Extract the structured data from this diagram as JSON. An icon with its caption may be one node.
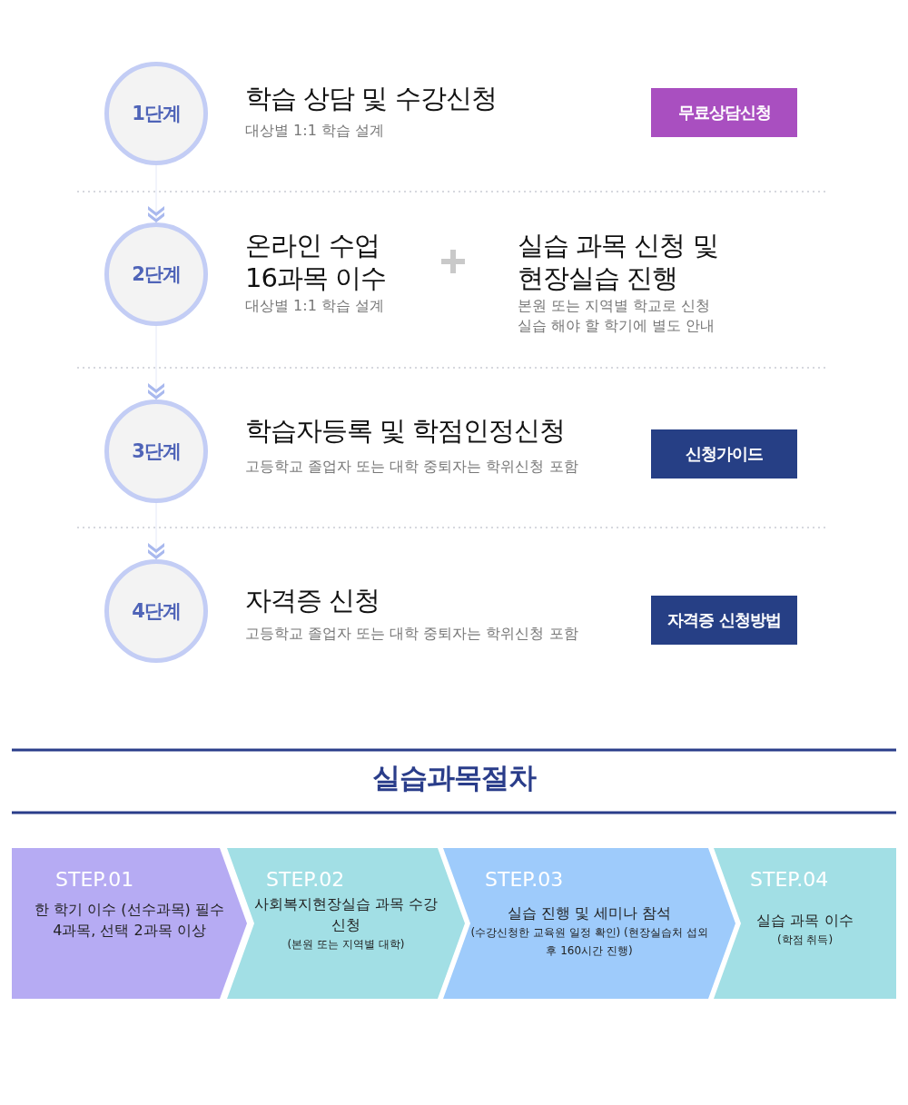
{
  "diagram": {
    "title": "실습과목절차",
    "nodes": [
      {
        "text": [
          "1단계"
        ],
        "beside": [
          "학습 상담 및 수강신청",
          "대상별 1:1 학습 설계"
        ]
      },
      {
        "text": [
          "무료상담신청"
        ]
      },
      {
        "text": [
          "2단계"
        ],
        "beside": [
          "온라인 수업 16과목 이수",
          "대상별 1:1 학습 설계",
          "실습 과목 신청 및 현장실습 진행",
          "본원 또는 지역별 학교로 신청 실습 해야 할 학기에 별도 안내"
        ]
      },
      {
        "text": [
          "3단계"
        ],
        "beside": [
          "학습자등록 및 학점인정신청",
          "고등학교 졸업자 또는 대학 중퇴자는 학위신청 포함"
        ]
      },
      {
        "text": [
          "신청가이드"
        ]
      },
      {
        "text": [
          "4단계"
        ],
        "beside": [
          "자격증 신청",
          "고등학교 졸업자 또는 대학 중퇴자는 학위신청 포함"
        ]
      },
      {
        "text": [
          "자격증 신청방법"
        ]
      },
      {
        "text": [
          "STEP.01",
          "한 학기 이수 (선수과목) 필수 4과목, 선택 2과목 이상"
        ]
      },
      {
        "text": [
          "STEP.02",
          "사회복지현장실습 과목 수강 신청",
          "(본원 또는 지역별 대학)"
        ]
      },
      {
        "text": [
          "STEP.03",
          "실습 진행 및 세미나 참석",
          "(수강신청한 교육원 일정 확인) (현장실습처 섭외 후 160시간 진행)"
        ]
      },
      {
        "text": [
          "STEP.04",
          "실습 과목 이수",
          "(학점 취득)"
        ]
      }
    ],
    "edges": [
      {
        "from": 0,
        "to": 2,
        "arrow": "to"
      },
      {
        "from": 2,
        "to": 3,
        "arrow": "to"
      },
      {
        "from": 3,
        "to": 5,
        "arrow": "to"
      }
    ]
  }
}
